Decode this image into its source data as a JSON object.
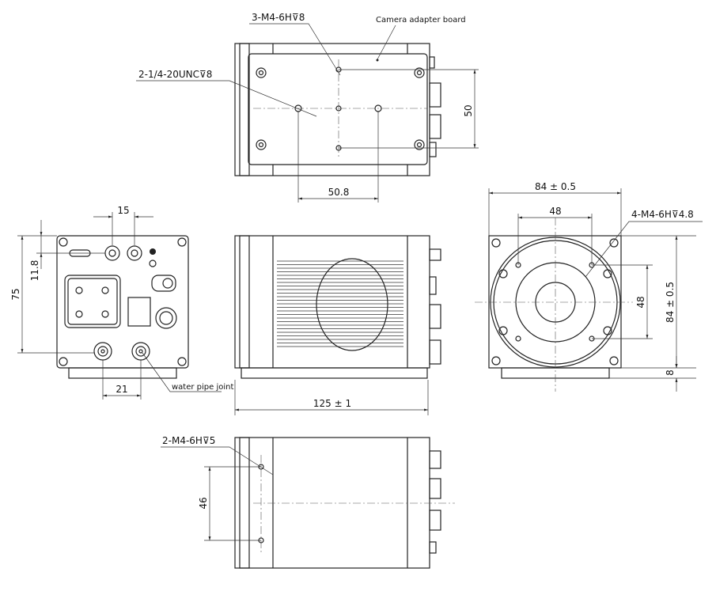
{
  "title": "Camera outline dimension drawing",
  "labels": {
    "top_m4": "3-M4-6H⊽8",
    "adapter": "Camera adapter board",
    "unc": "2-1/4-20UNC⊽8",
    "front_m4": "4-M4-6H⊽4.8",
    "bottom_m4": "2-M4-6H⊽5",
    "water": "water pipe joint"
  },
  "dimensions": {
    "top_50": "50",
    "top_508": "50.8",
    "back_15": "15",
    "back_118": "11.8",
    "back_75": "75",
    "back_21": "21",
    "length": "125 ± 1",
    "front_width": "84 ± 0.5",
    "front_48h": "48",
    "front_48v": "48",
    "front_height": "84 ± 0.5",
    "front_8": "8",
    "bottom_46": "46"
  }
}
